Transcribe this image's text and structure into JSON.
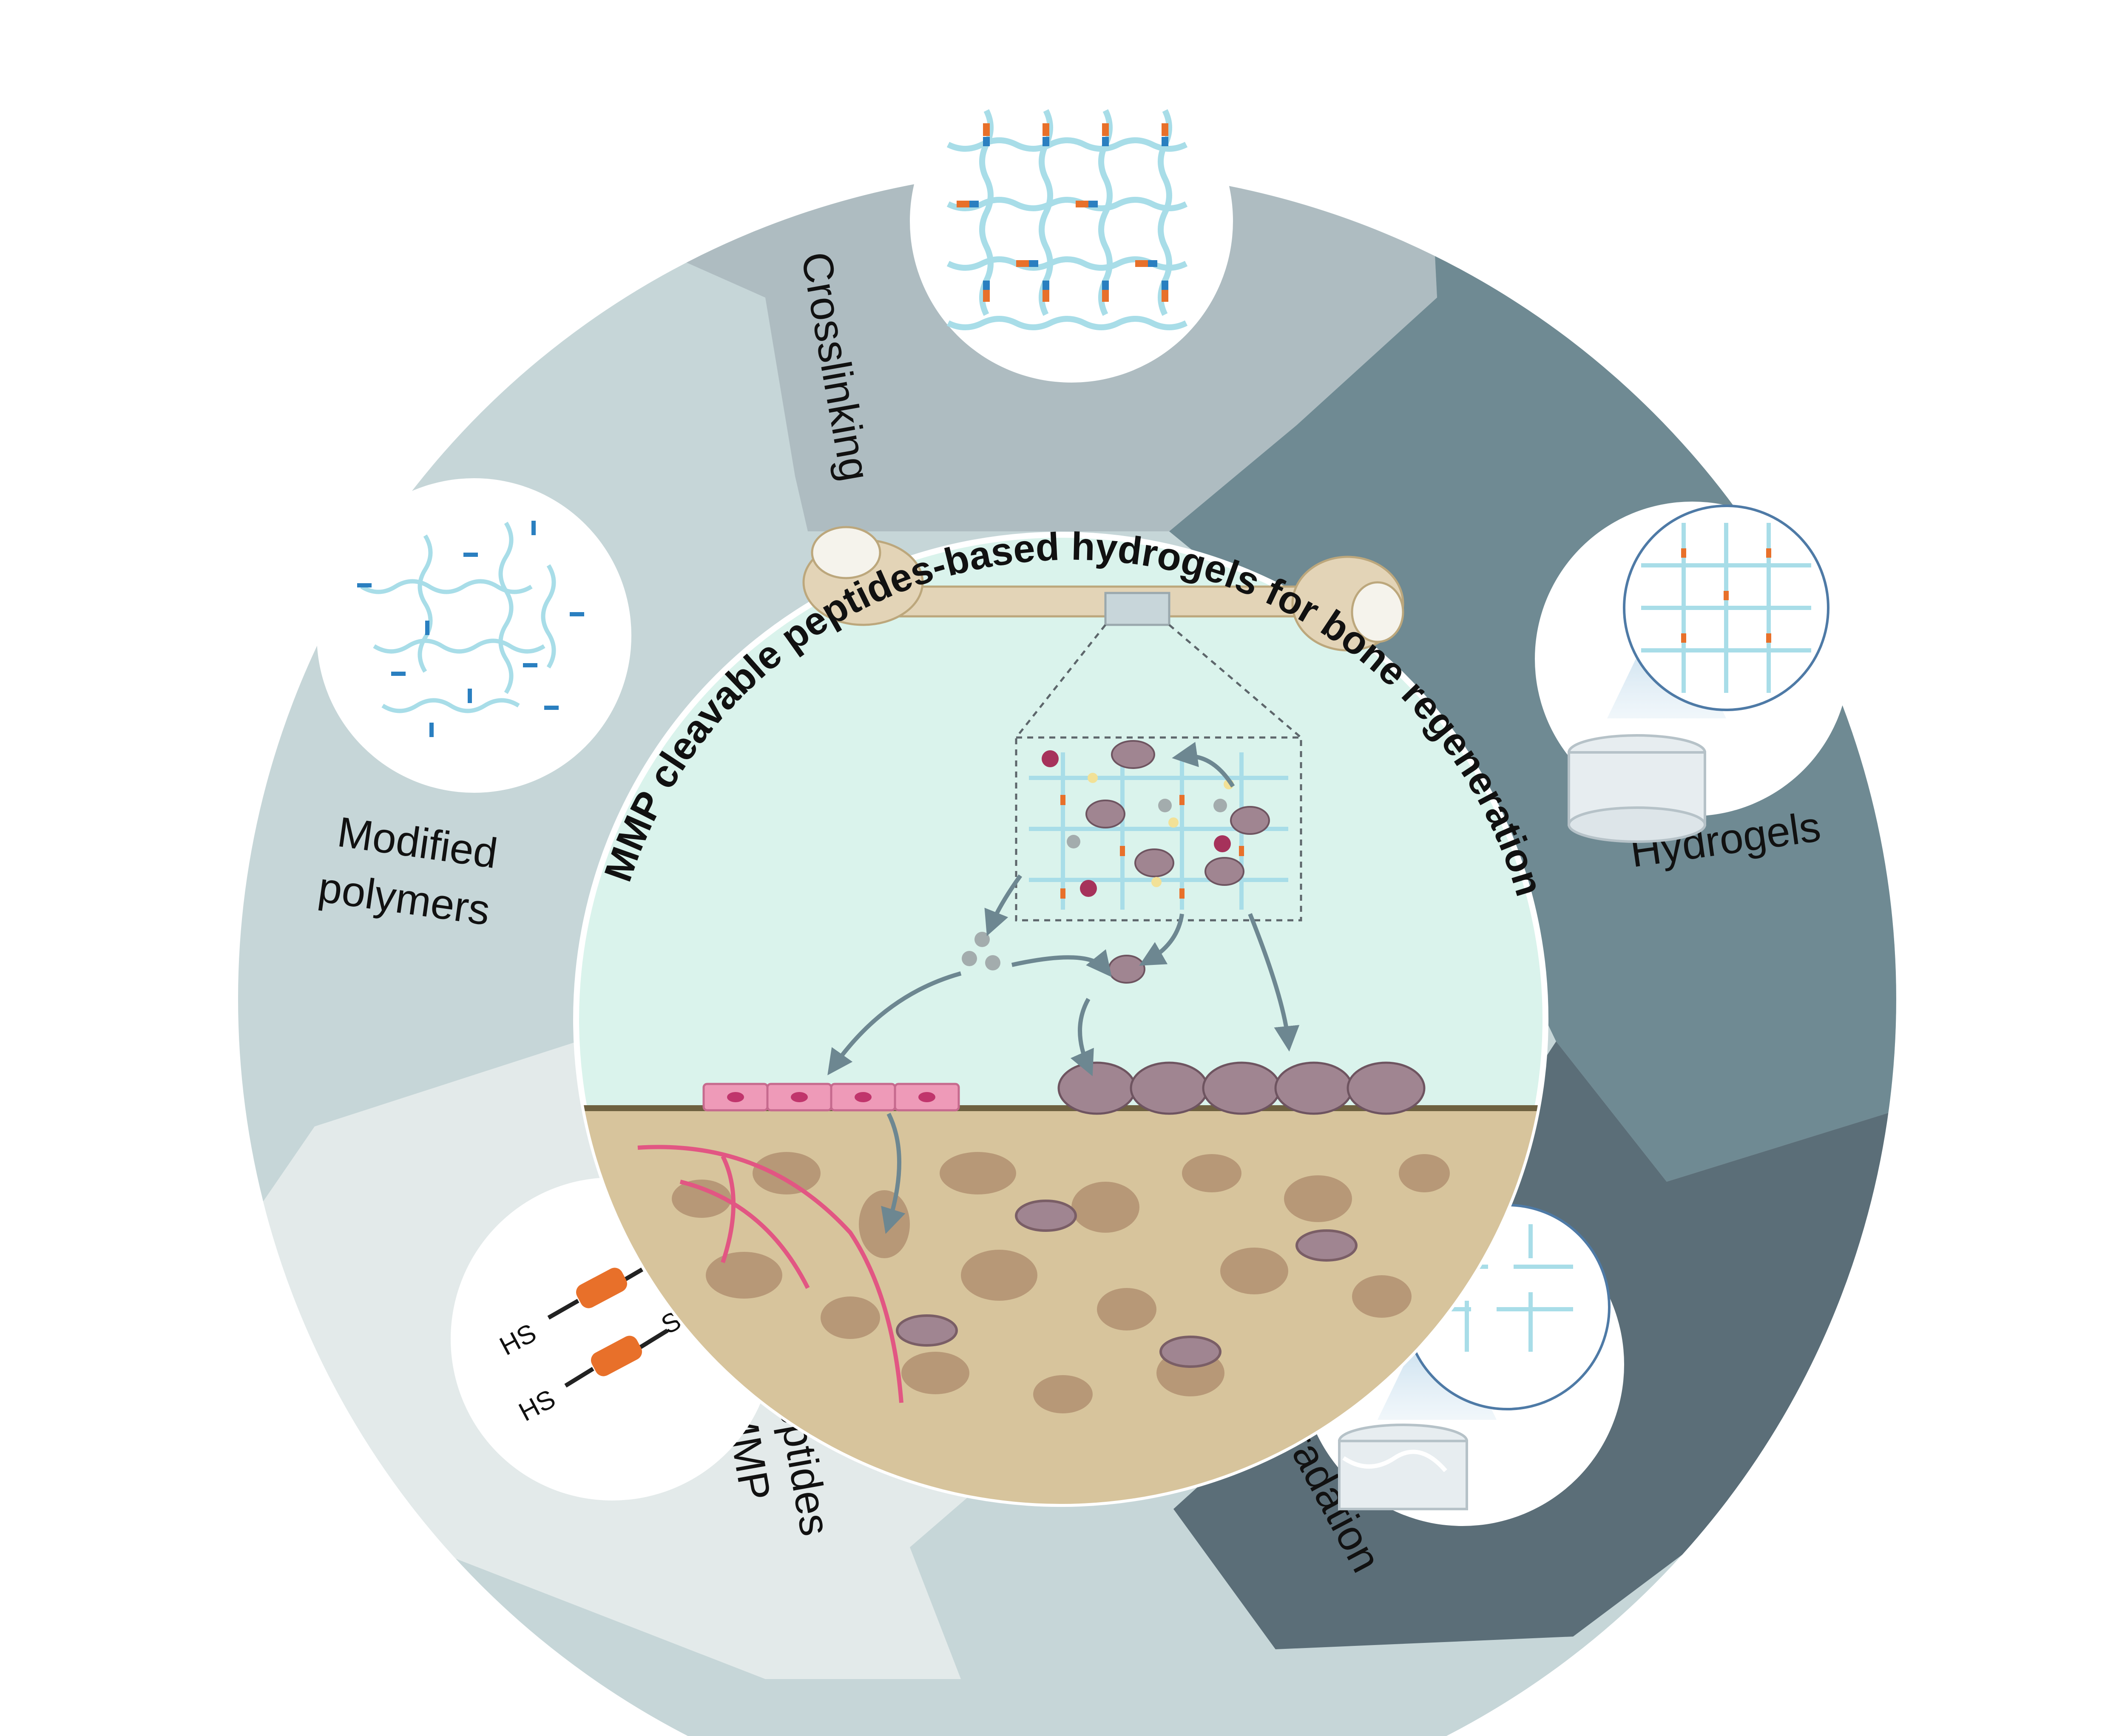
{
  "center": {
    "title": "MMP cleavable peptides-based hydrogels for bone regeneration"
  },
  "segments": [
    {
      "id": "crosslinking",
      "label": "Crosslinking",
      "color": "#aebcc1"
    },
    {
      "id": "hydrogels",
      "label": "Hydrogels",
      "color": "#6f8a93"
    },
    {
      "id": "degradation",
      "label": "Degradation",
      "color": "#5b6e78"
    },
    {
      "id": "mmp-peptides",
      "label_line1": "MMP",
      "label_line2": "peptides",
      "color": "#e3eaea"
    },
    {
      "id": "modified-polymers",
      "label_line1": "Modified",
      "label_line2": "polymers",
      "color": "#c6d6d8"
    }
  ],
  "peptide_labels": {
    "hs": "HS",
    "sh": "SH"
  },
  "colors": {
    "inner_bg": "#daf3ec",
    "polymer": "#a8dde8",
    "polymer_blue": "#2a7fc0",
    "peptide_orange": "#e8702a",
    "bone": "#e3d4b7",
    "bone_tissue": "#d7c49c",
    "bone_pore": "#b79877",
    "osteoblast": "#a08591",
    "lining_cell": "#ee9ab8",
    "vessel": "#e25683",
    "arrow": "#6d8791"
  }
}
